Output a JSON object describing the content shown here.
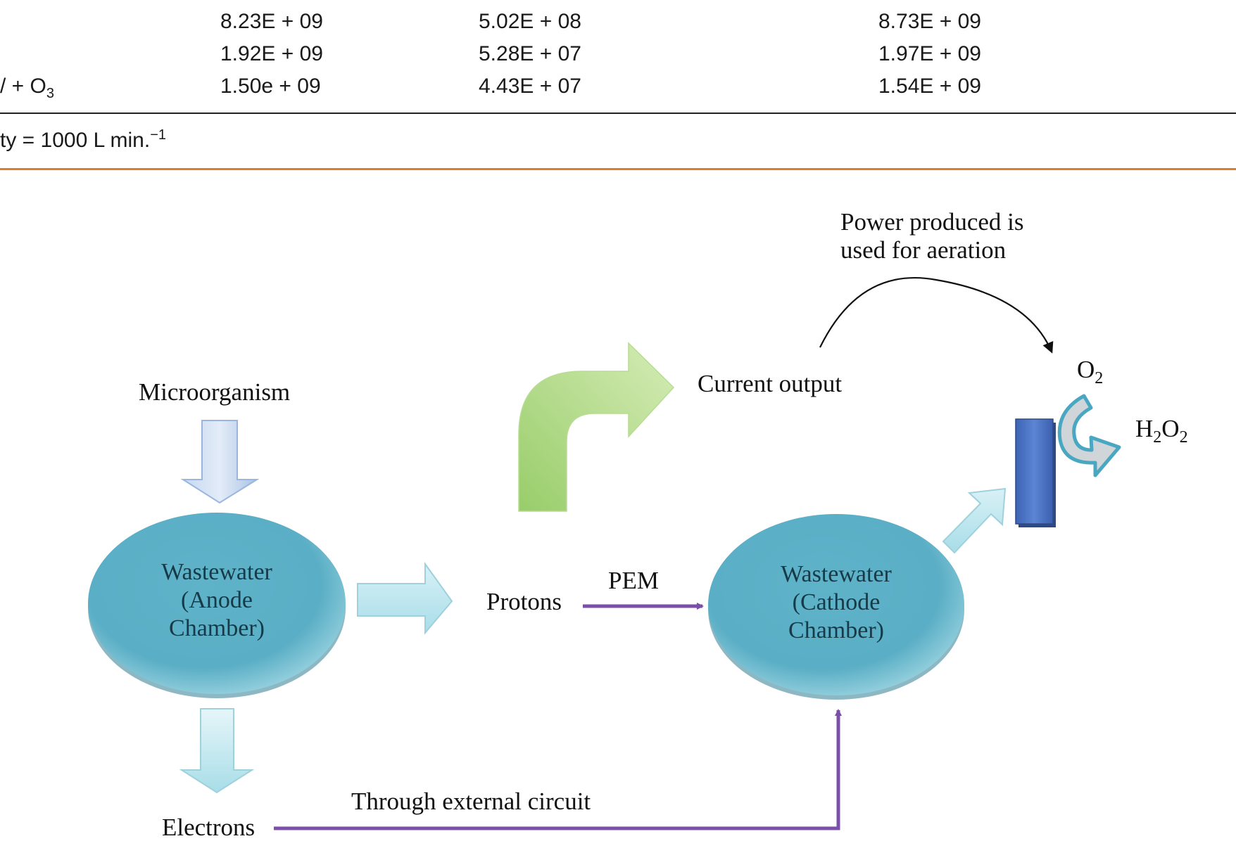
{
  "table": {
    "rows": [
      {
        "label": "",
        "c1": "8.23E + 09",
        "c2": "5.02E + 08",
        "c3": "8.73E + 09"
      },
      {
        "label": "",
        "c1": "1.92E + 09",
        "c2": "5.28E + 07",
        "c3": "1.97E + 09"
      },
      {
        "label": "/ + O",
        "label_sub": "3",
        "c1": "1.50e + 09",
        "c2": "4.43E + 07",
        "c3": "1.54E + 09"
      }
    ],
    "footnote": "ty = 1000 L min.",
    "footnote_sup": "−1"
  },
  "diagram": {
    "microorganism": "Microorganism",
    "anode": {
      "line1": "Wastewater",
      "line2": "(Anode",
      "line3": "Chamber)"
    },
    "cathode": {
      "line1": "Wastewater",
      "line2": "(Cathode",
      "line3": "Chamber)"
    },
    "protons": "Protons",
    "pem": "PEM",
    "current_output": "Current output",
    "power": {
      "line1": "Power produced is",
      "line2": "used for aeration"
    },
    "o2": {
      "main": "O",
      "sub": "2"
    },
    "h2o2": {
      "h": "H",
      "sub1": "2",
      "o": "O",
      "sub2": "2"
    },
    "external_circuit": "Through external circuit",
    "electrons": "Electrons"
  },
  "colors": {
    "table_rule": "#222222",
    "separator": "#e07b2a",
    "chamber": "#5fb3c9",
    "connector": "#7b4fa8",
    "current_arrow": "#a9d67a",
    "electrode": "#4a73c4"
  }
}
